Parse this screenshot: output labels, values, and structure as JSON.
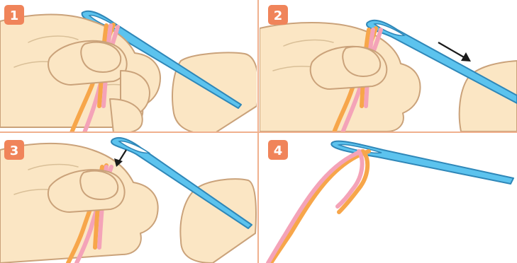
{
  "colors": {
    "divider": "#f0b08e",
    "badge": "#f0845a",
    "badge_text": "#ffffff",
    "skin": "#fbe6c4",
    "skin_line": "#caa27a",
    "skin_crease": "#d9bf97",
    "needle": "#5cc3ee",
    "needle_line": "#2f87b8",
    "thread_orange": "#f7a64a",
    "thread_pink": "#f4a3b8",
    "thread_line": "#b64a53",
    "arrow": "#1a1a1a"
  },
  "steps": [
    {
      "number": "1"
    },
    {
      "number": "2"
    },
    {
      "number": "3"
    },
    {
      "number": "4"
    }
  ],
  "icons": {
    "step2_arrow": "arrow-down-right-icon",
    "step3_arrow": "arrow-down-icon"
  }
}
